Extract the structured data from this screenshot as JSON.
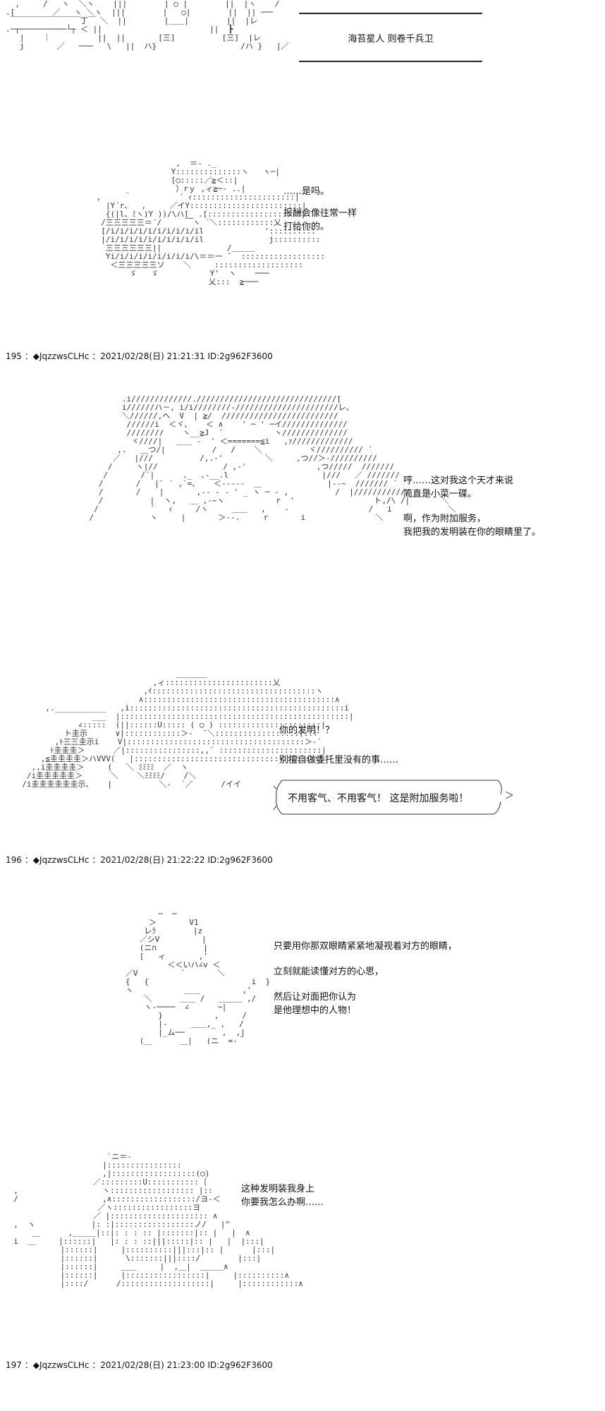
{
  "panels": [
    {
      "name_box_text": "海苔星人 则卷千兵卫"
    },
    {
      "lines": [
        "……是吗。",
        "报酬会像往常一样",
        "打给你的。"
      ]
    },
    {
      "post_header": "195 ：◆JqzzwsCLHc ：2021/02/28(日) 21:21:31 ID:2g962F3600"
    },
    {
      "lines_a": [
        "哼……这对我这个天才来说",
        "简直是小菜一碟。"
      ],
      "lines_b": [
        "啊，作为附加服务，",
        "我把我的发明装在你的眼睛里了。"
      ]
    },
    {
      "lines_a": [
        "你的发明！？"
      ],
      "lines_b": [
        "别擅自做委托里没有的事……"
      ],
      "speech": "不用客气、不用客气！ 这是附加服务啦！"
    },
    {
      "post_header": "196 ：◆JqzzwsCLHc ：2021/02/28(日) 21:22:22 ID:2g962F3600"
    },
    {
      "lines_a": [
        "只要用你那双眼睛紧紧地凝视着对方的眼睛，"
      ],
      "lines_b": [
        "立刻就能读懂对方的心思，"
      ],
      "lines_c": [
        "然后让对面把你认为",
        "是他理想中的人物！"
      ]
    },
    {
      "lines": [
        "这种发明装我身上",
        "你要我怎么办啊……"
      ]
    },
    {
      "post_header": "197 ：◆JqzzwsCLHc ：2021/02/28(日) 21:23:00 ID:2g962F3600"
    }
  ]
}
